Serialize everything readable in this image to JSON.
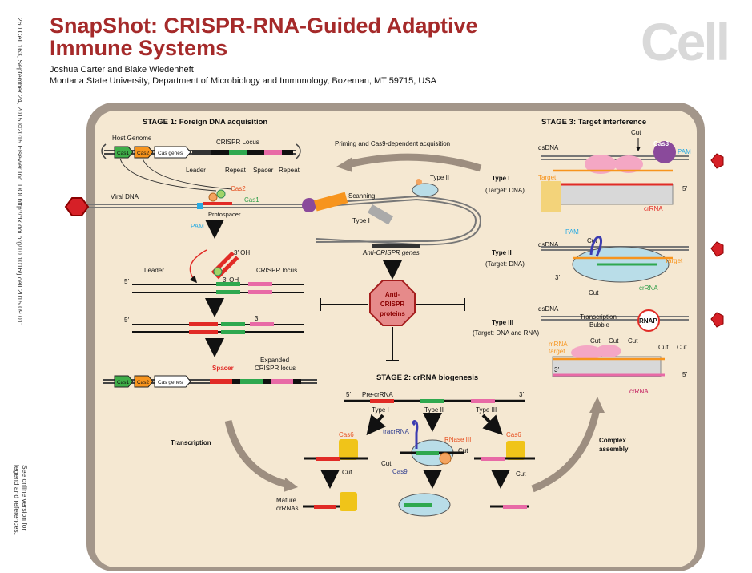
{
  "sidebar": {
    "citation": "260   Cell 163, September 24, 2015 ©2015 Elsevier Inc.   DOI http://dx.doi.org/10.1016/j.cell.2015.09.011",
    "note1": "See online version for",
    "note2": "legend and references."
  },
  "header": {
    "title_line1": "SnapShot: CRISPR-RNA-Guided Adaptive",
    "title_line2": "Immune Systems",
    "authors": "Joshua Carter and Blake Wiedenheft",
    "affiliation": "Montana State University, Department of Microbiology and Immunology, Bozeman, MT 59715, USA",
    "logo": "Cell"
  },
  "stage1": {
    "title": "STAGE 1: Foreign DNA acquisition",
    "host_genome": "Host Genome",
    "crispr_locus": "CRISPR Locus",
    "cas1": "Cas1",
    "cas2": "Cas2",
    "cas_genes": "Cas genes",
    "leader": "Leader",
    "repeat": "Repeat",
    "spacer": "Spacer",
    "viral_dna": "Viral DNA",
    "protospacer": "Protospacer",
    "pam": "PAM",
    "three_oh": "3′ OH",
    "crispr_locus_lower": "CRISPR locus",
    "five_prime": "5′",
    "three_prime": "3′",
    "spacer_label": "Spacer",
    "expanded_locus_1": "Expanded",
    "expanded_locus_2": "CRISPR locus",
    "transcription": "Transcription"
  },
  "middle": {
    "priming": "Priming and Cas9-dependent acquisition",
    "scanning": "Scanning",
    "type_i": "Type I",
    "type_ii": "Type II",
    "anti_crispr_genes": "Anti-CRISPR genes",
    "anti_crispr_1": "Anti-",
    "anti_crispr_2": "CRISPR",
    "anti_crispr_3": "proteins"
  },
  "stage2": {
    "title": "STAGE 2: crRNA biogenesis",
    "pre_crrna": "Pre-crRNA",
    "type_i": "Type I",
    "type_ii": "Type II",
    "type_iii": "Type III",
    "cas6": "Cas6",
    "tracrrna": "tracrRNA",
    "rnase": "RNase III",
    "cas9": "Cas9",
    "cut": "Cut",
    "mature_1": "Mature",
    "mature_2": "crRNAs",
    "complex_1": "Complex",
    "complex_2": "assembly"
  },
  "stage3": {
    "title": "STAGE 3: Target interference",
    "type_i": "Type I",
    "type_i_target": "(Target: DNA)",
    "type_ii": "Type II",
    "type_ii_target": "(Target: DNA)",
    "type_iii": "Type III",
    "type_iii_target": "(Target: DNA and RNA)",
    "dsdna": "dsDNA",
    "cas3": "Cas3",
    "pam": "PAM",
    "target": "Target",
    "crrna": "crRNA",
    "cut": "Cut",
    "transcription_bubble_1": "Transcription",
    "transcription_bubble_2": "Bubble",
    "rnap": "RNAP",
    "mrna_target_1": "mRNA",
    "mrna_target_2": "target"
  }
}
